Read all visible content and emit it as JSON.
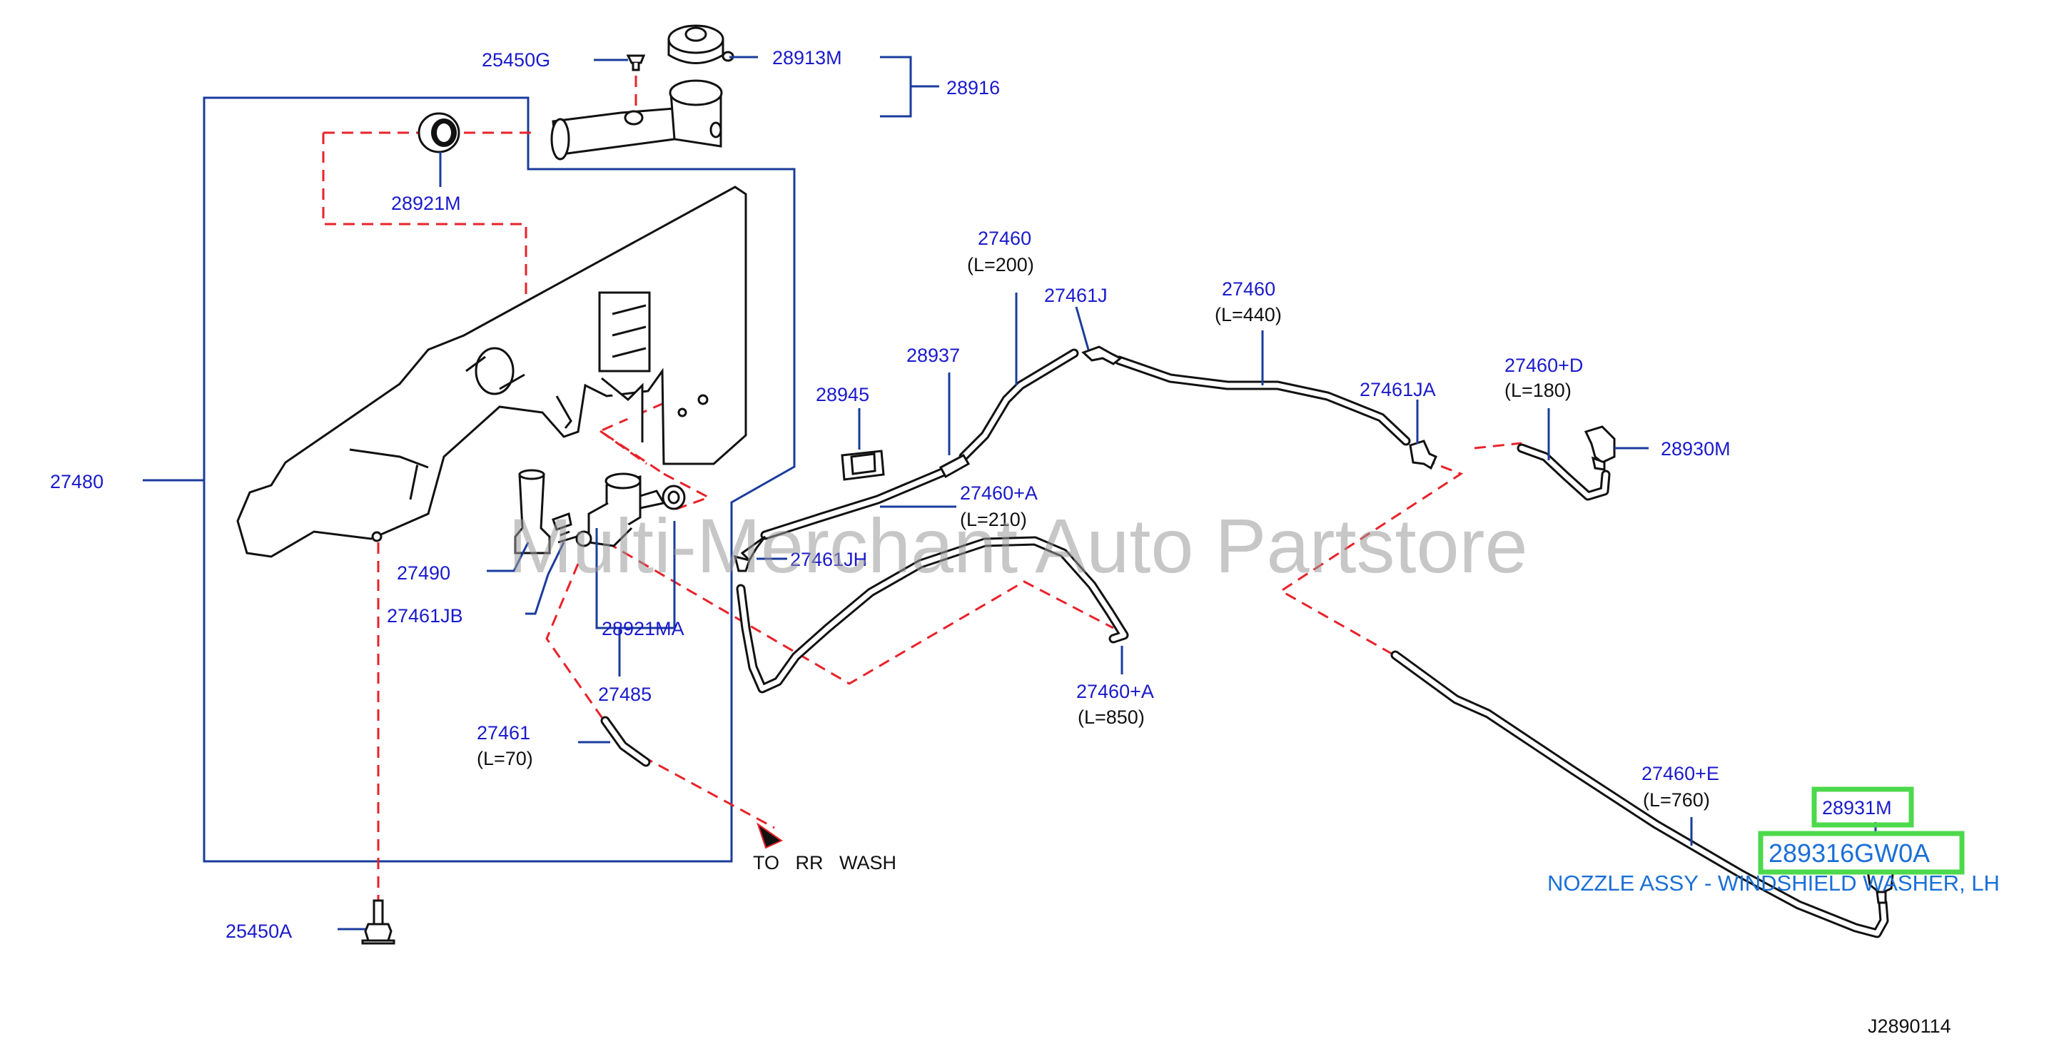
{
  "watermark": "Multi-Merchant Auto Partstore",
  "diagram_code": "J2890114",
  "highlight": {
    "part_number": "289316GW0A",
    "description": "NOZZLE ASSY - WINDSHIELD WASHER, LH",
    "color": "#4cd94c"
  },
  "labels": {
    "p25450G": "25450G",
    "p28913M": "28913M",
    "p28916": "28916",
    "p28921M": "28921M",
    "p27480": "27480",
    "p27490": "27490",
    "p27461JB": "27461JB",
    "p28921MA": "28921MA",
    "p27485": "27485",
    "p27461": "27461",
    "p27461_len": "(L=70)",
    "to_rr_wash": "TO   RR   WASH",
    "p25450A": "25450A",
    "p28945": "28945",
    "p28937": "28937",
    "p27460_a": "27460",
    "p27460_a_len": "(L=200)",
    "p27461J": "27461J",
    "p27460_b": "27460",
    "p27460_b_len": "(L=440)",
    "p27461JA": "27461JA",
    "p27460D": "27460+D",
    "p27460D_len": "(L=180)",
    "p28930M": "28930M",
    "p27460A_1": "27460+A",
    "p27460A_1_len": "(L=210)",
    "p27461JH": "27461JH",
    "p27460A_2": "27460+A",
    "p27460A_2_len": "(L=850)",
    "p27460E": "27460+E",
    "p27460E_len": "(L=760)",
    "p28931M": "28931M"
  }
}
